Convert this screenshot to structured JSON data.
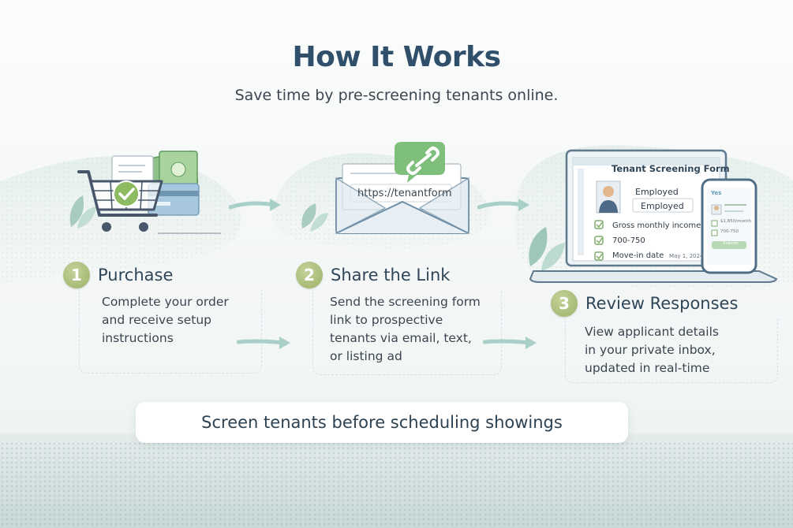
{
  "header": {
    "title": "How It Works",
    "subtitle": "Save time by pre-screening tenants online."
  },
  "steps": [
    {
      "number": "1",
      "title": "Purchase",
      "description": "Complete your order\nand receive setup\ninstructions",
      "icon": "shopping-cart-icon"
    },
    {
      "number": "2",
      "title": "Share the Link",
      "description": "Send the screening form\nlink to prospective\ntenants via email, text,\nor listing ad",
      "icon": "envelope-link-icon",
      "link_text": "https://tenantform"
    },
    {
      "number": "3",
      "title": "Review Responses",
      "description": "View applicant details\nin your private inbox,\nupdated in real-time",
      "icon": "laptop-form-icon"
    }
  ],
  "form_preview": {
    "title": "Tenant Screening Form",
    "employment_label": "Employed",
    "employment_value": "Employed",
    "income_label": "Gross monthly income",
    "credit_value": "700-750",
    "move_in_label": "Move-in date",
    "move_in_value": "May 1, 2024"
  },
  "phone_preview": {
    "header": "Yes",
    "row1": "$1,850/month",
    "row2": "700-750",
    "button": "Submit"
  },
  "banner": {
    "text": "Screen tenants before scheduling showings"
  },
  "colors": {
    "title": "#2f4f6a",
    "accent_green": "#9bb168",
    "mint": "#cfe3dc",
    "teal": "#7fb3b0"
  }
}
